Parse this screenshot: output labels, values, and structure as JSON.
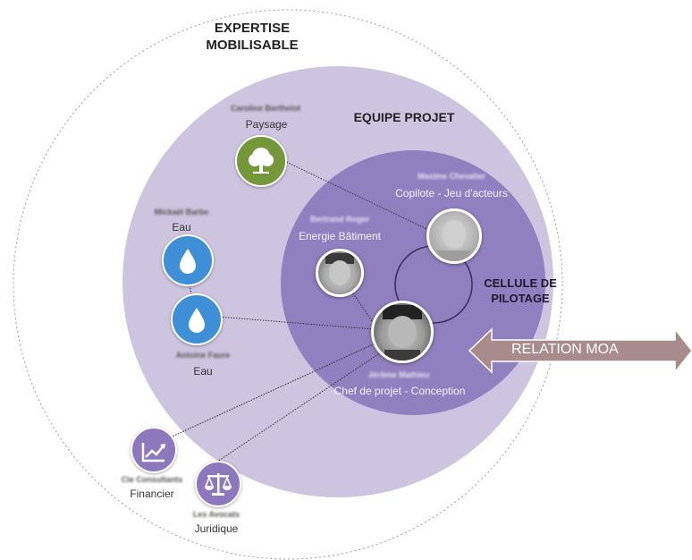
{
  "titles": {
    "expertise": "EXPERTISE\nMOBILISABLE",
    "equipe": "EQUIPE PROJET",
    "cellule": "CELLULE DE\nPILOTAGE",
    "relation": "RELATION MOA"
  },
  "members": {
    "paysage": {
      "name": "Caroline Berthelot",
      "role": "Paysage",
      "icon": "tree-icon"
    },
    "eau_top": {
      "name": "Mickaël Barbe",
      "role": "Eau",
      "icon": "water-drop-icon"
    },
    "eau_bottom": {
      "name": "Antoine Faure",
      "role": "Eau",
      "icon": "water-drop-icon"
    },
    "copilote": {
      "name": "Maxime Chevalier",
      "role": "Copilote - Jeu d'acteurs",
      "icon": "portrait-photo"
    },
    "energie": {
      "name": "Bertrand Roger",
      "role": "Energie Bâtiment",
      "icon": "portrait-photo"
    },
    "chef": {
      "name": "Jérôme Mathieu",
      "role": "Chef de projet - Conception",
      "icon": "portrait-photo"
    },
    "financier": {
      "name": "Cie Consultants",
      "role": "Financier",
      "icon": "chart-growth-icon"
    },
    "juridique": {
      "name": "Les Avocats",
      "role": "Juridique",
      "icon": "balance-scale-icon"
    }
  },
  "colors": {
    "outer_ring": "#ffffff",
    "equipe_fill": "#cdc4df",
    "cellule_fill": "#9080c0",
    "paysage_icon": "#74973a",
    "eau_icon": "#3f8fd6",
    "moa_icons": "#8e78bd",
    "relation_arrow": "#a88c8c"
  }
}
